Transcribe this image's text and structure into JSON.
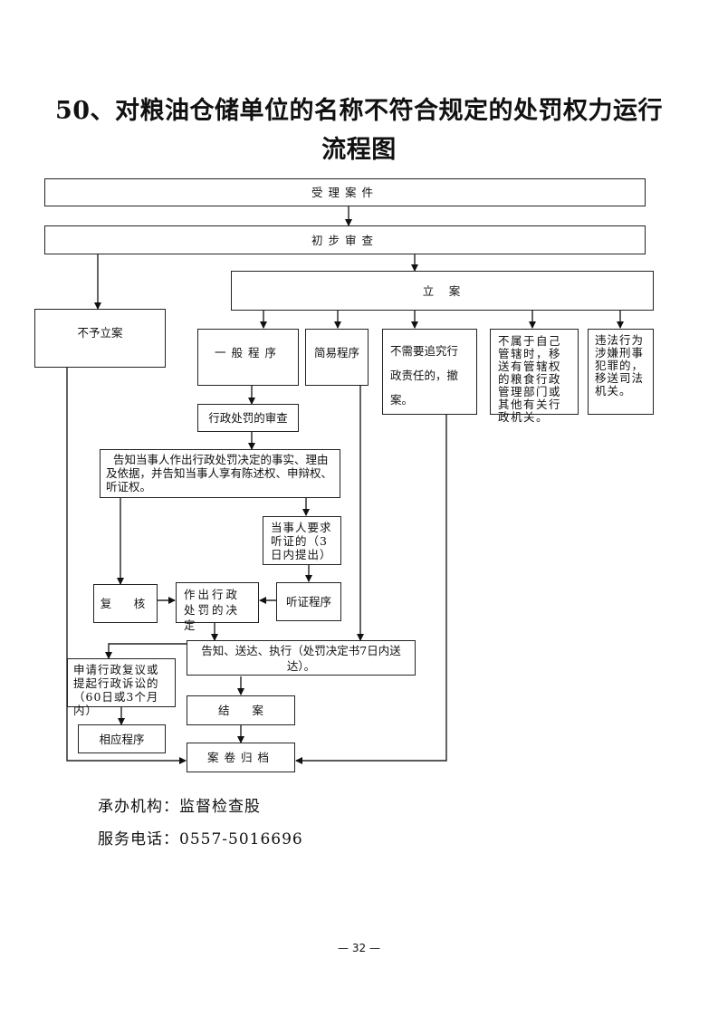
{
  "title": {
    "line1": "50、对粮油仓储单位的名称不符合规定的处罚权力运行",
    "line2": "流程图"
  },
  "nodes": {
    "accept_case": "受理案件",
    "preliminary_review": "初步审查",
    "no_filing": "不予立案",
    "file_case": "立　案",
    "general_procedure": "一般程序",
    "simple_procedure": "简易程序",
    "no_liability": "不需要追究行政责任的，撤案。",
    "not_jurisdiction": "不属于自己管辖时，移送有管辖权的粮食行政管理部门或其他有关行政机关。",
    "criminal_transfer": "违法行为涉嫌刑事犯罪的，移送司法机关。",
    "penalty_review": "行政处罚的审查",
    "notify_facts": "告知当事人作出行政处罚决定的事实、理由及依据，并告知当事人享有陈述权、申辩权、听证权。",
    "hearing_request": "当事人要求听证的（3日内提出）",
    "recheck": "复　核",
    "make_decision": "作出行政处罚的决定",
    "hearing_procedure": "听证程序",
    "deliver_execute": "告知、送达、执行（处罚决定书7日内送达）。",
    "appeal": "申请行政复议或提起行政诉讼的（60日或3个月内）",
    "close_case": "结　　案",
    "corresponding_procedure": "相应程序",
    "archive": "案卷归档"
  },
  "footer": {
    "organizer_label": "承办机构：",
    "organizer_value": "监督检查股",
    "phone_label": "服务电话：",
    "phone_value": "0557-5016696"
  },
  "page_number": "— 32 —"
}
